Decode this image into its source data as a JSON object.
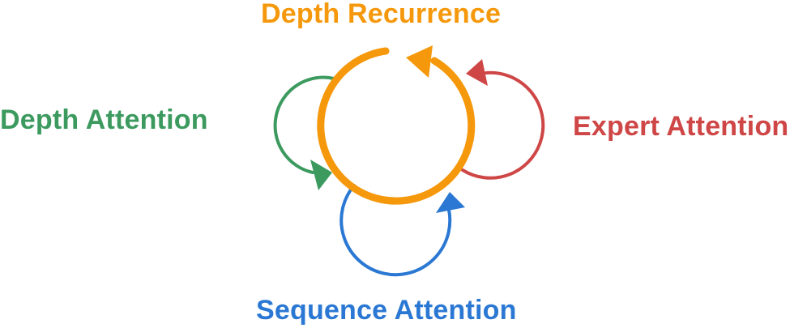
{
  "labels": {
    "depth_recurrence": "Depth Recurrence",
    "depth_attention": "Depth Attention",
    "expert_attention": "Expert Attention",
    "sequence_attention": "Sequence Attention"
  },
  "colors": {
    "depth_recurrence": "#f5980b",
    "depth_attention": "#3c9a5f",
    "expert_attention": "#cf4646",
    "sequence_attention": "#2a78d3"
  }
}
